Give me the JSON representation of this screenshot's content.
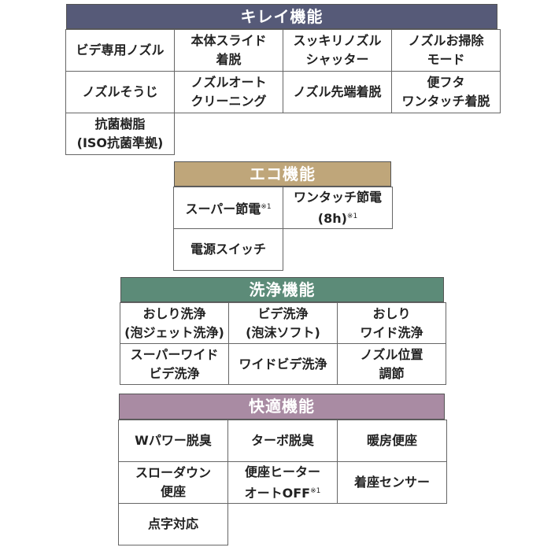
{
  "kirei": {
    "title": "キレイ機能",
    "items": [
      {
        "label": "ビデ専用ノズル"
      },
      {
        "label": "本体スライド\n着脱"
      },
      {
        "label": "スッキリノズル\nシャッター"
      },
      {
        "label": "ノズルお掃除\nモード"
      },
      {
        "label": "ノズルそうじ"
      },
      {
        "label": "ノズルオート\nクリーニング"
      },
      {
        "label": "ノズル先端着脱"
      },
      {
        "label": "便フタ\nワンタッチ着脱"
      },
      {
        "label": "抗菌樹脂\n(ISO抗菌準拠)"
      }
    ]
  },
  "eco": {
    "title": "エコ機能",
    "items": [
      {
        "label": "スーパー節電",
        "note": "※1"
      },
      {
        "label": "ワンタッチ節電\n(8h)",
        "note": "※1"
      },
      {
        "label": "電源スイッチ"
      }
    ]
  },
  "senjo": {
    "title": "洗浄機能",
    "items": [
      {
        "label": "おしり洗浄\n(泡ジェット洗浄)"
      },
      {
        "label": "ビデ洗浄\n(泡沫ソフト)"
      },
      {
        "label": "おしり\nワイド洗浄"
      },
      {
        "label": "スーパーワイド\nビデ洗浄"
      },
      {
        "label": "ワイドビデ洗浄"
      },
      {
        "label": "ノズル位置\n調節"
      }
    ]
  },
  "kaiteki": {
    "title": "快適機能",
    "items": [
      {
        "label": "Wパワー脱臭"
      },
      {
        "label": "ターボ脱臭"
      },
      {
        "label": "暖房便座"
      },
      {
        "label": "スローダウン\n便座"
      },
      {
        "label": "便座ヒーター\nオートOFF",
        "note": "※1"
      },
      {
        "label": "着座センサー"
      },
      {
        "label": "点字対応"
      }
    ]
  },
  "colors": {
    "kirei_header": "#565a78",
    "eco_header": "#bfa67a",
    "senjo_header": "#5c8b78",
    "kaiteki_header": "#a98ba3"
  }
}
